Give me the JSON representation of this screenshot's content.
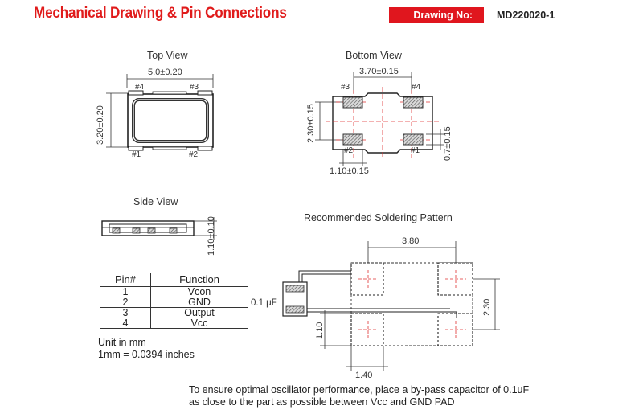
{
  "header": {
    "title": "Mechanical Drawing & Pin Connections",
    "drawing_no_label": "Drawing No:",
    "drawing_no": "MD220020-1"
  },
  "top_view": {
    "caption": "Top View",
    "width_dim": "5.0±0.20",
    "height_dim": "3.20±0.20",
    "pins": [
      "#4",
      "#3",
      "#1",
      "#2"
    ]
  },
  "bottom_view": {
    "caption": "Bottom View",
    "pitch_dim": "3.70±0.15",
    "row_dim": "2.30±0.15",
    "pad_width_dim": "1.10±0.15",
    "pad_height_dim": "0.7±0.15",
    "pins": [
      "#3",
      "#4",
      "#2",
      "#1"
    ]
  },
  "side_view": {
    "caption": "Side View",
    "height_dim": "1.10±0.10"
  },
  "pin_table": {
    "headers": [
      "Pin#",
      "Function"
    ],
    "rows": [
      {
        "pin": "1",
        "function": "Vcon"
      },
      {
        "pin": "2",
        "function": "GND"
      },
      {
        "pin": "3",
        "function": "Output"
      },
      {
        "pin": "4",
        "function": "Vcc"
      }
    ]
  },
  "units": {
    "line1": "Unit in mm",
    "line2": "1mm = 0.0394 inches"
  },
  "soldering": {
    "caption": "Recommended Soldering Pattern",
    "pitch_dim": "3.80",
    "row_dim": "2.30",
    "pad_height_dim": "1.10",
    "pad_width_dim": "1.40",
    "capacitor_label": "0.1 μF"
  },
  "footnote": {
    "line1": "To ensure optimal oscillator performance, place a by-pass capacitor of 0.1uF",
    "line2": "as close to the part as possible between Vcc and GND PAD"
  }
}
